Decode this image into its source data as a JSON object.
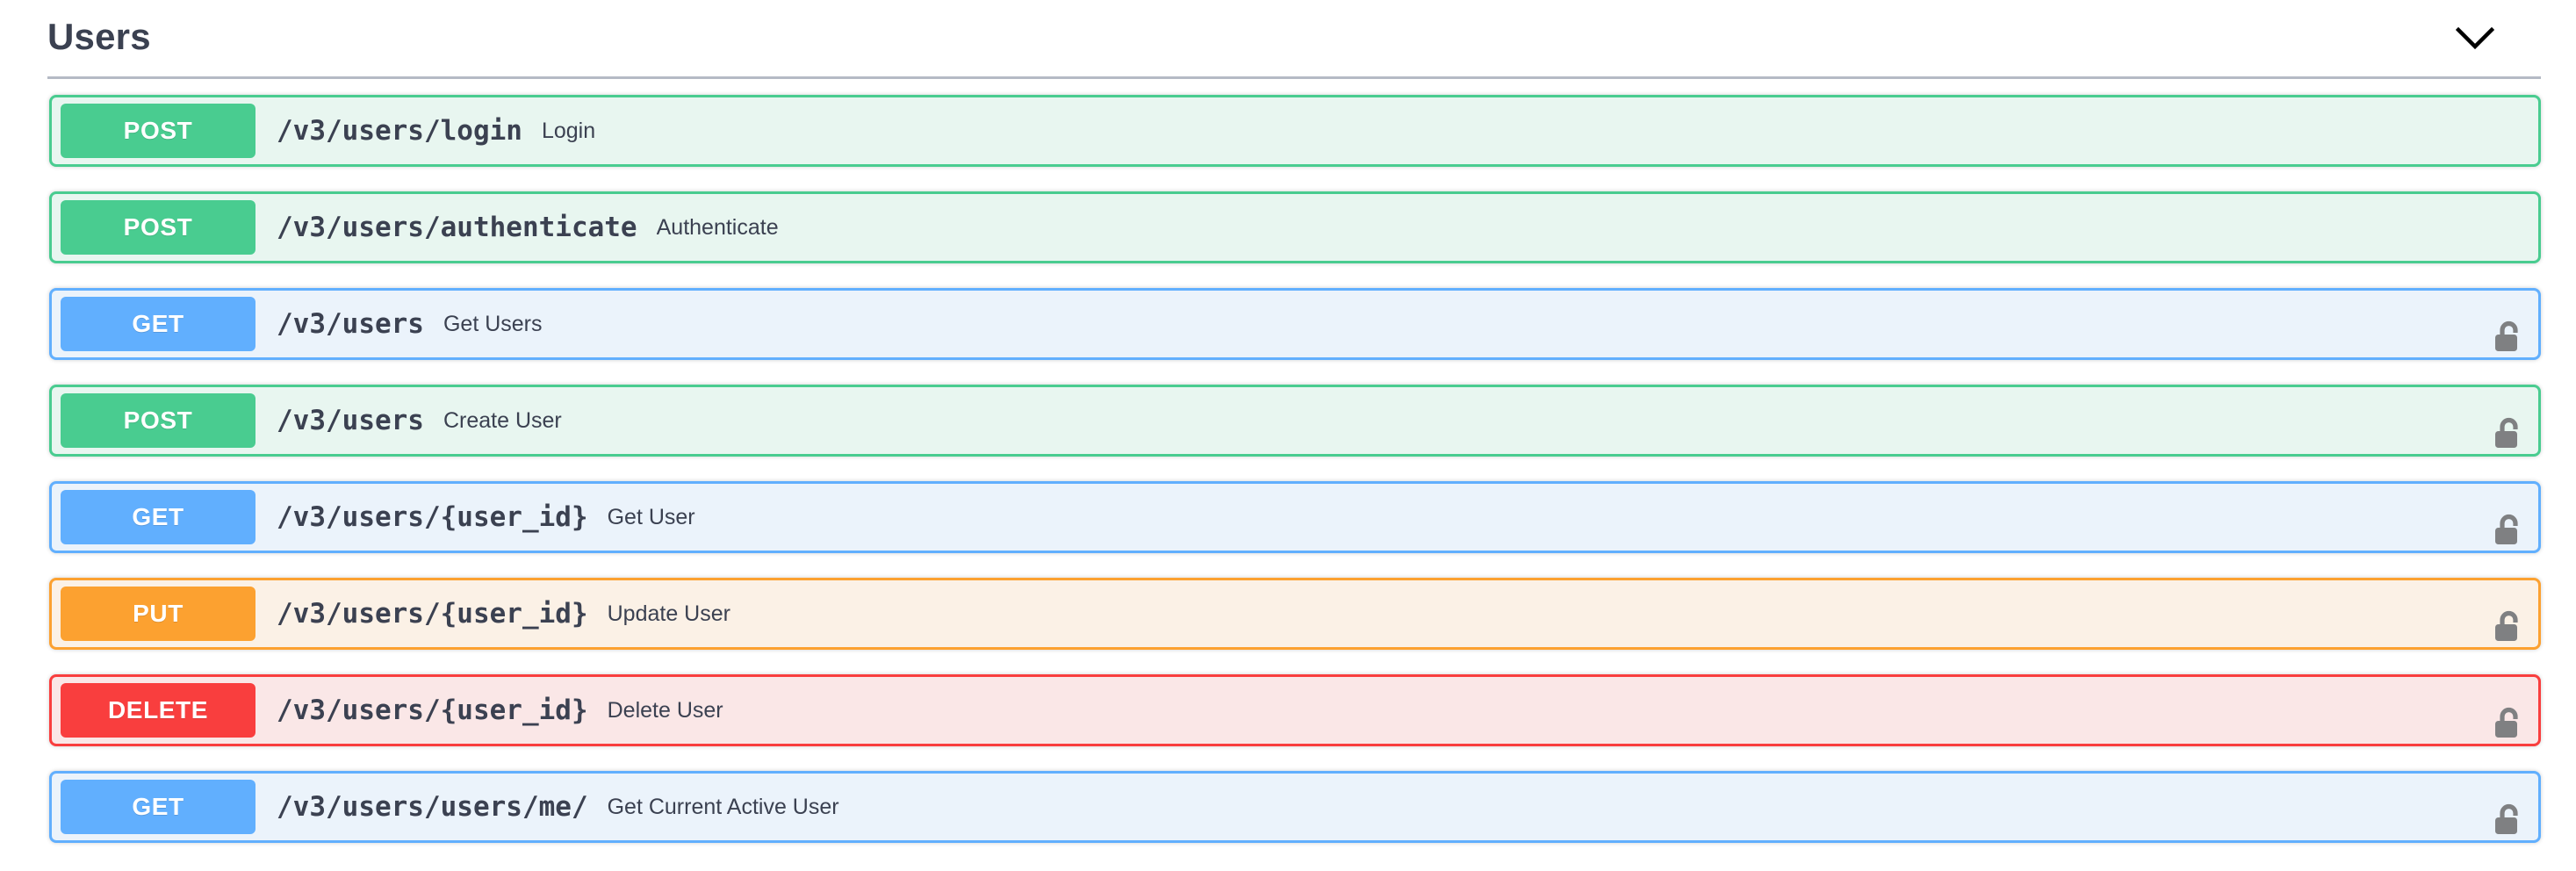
{
  "tag": {
    "title": "Users",
    "toggle_icon": "chevron-down-icon"
  },
  "colors": {
    "get": "#61affe",
    "get_bg": "#ebf3fb",
    "post": "#49cc90",
    "post_bg": "#e8f6f0",
    "put": "#fca130",
    "put_bg": "#fbf1e6",
    "delete": "#f93e3e",
    "delete_bg": "#fae7e7",
    "title_text": "#3b4151",
    "divider": "#b5bac5",
    "lock": "#7f8082"
  },
  "operations": [
    {
      "method": "POST",
      "method_key": "post",
      "path": "/v3/users/login",
      "summary": "Login",
      "locked": false,
      "lock_icon": "unlocked-padlock-icon"
    },
    {
      "method": "POST",
      "method_key": "post",
      "path": "/v3/users/authenticate",
      "summary": "Authenticate",
      "locked": false,
      "lock_icon": "unlocked-padlock-icon"
    },
    {
      "method": "GET",
      "method_key": "get",
      "path": "/v3/users",
      "summary": "Get Users",
      "locked": true,
      "lock_icon": "unlocked-padlock-icon"
    },
    {
      "method": "POST",
      "method_key": "post",
      "path": "/v3/users",
      "summary": "Create User",
      "locked": true,
      "lock_icon": "unlocked-padlock-icon"
    },
    {
      "method": "GET",
      "method_key": "get",
      "path": "/v3/users/{user_id}",
      "summary": "Get User",
      "locked": true,
      "lock_icon": "unlocked-padlock-icon"
    },
    {
      "method": "PUT",
      "method_key": "put",
      "path": "/v3/users/{user_id}",
      "summary": "Update User",
      "locked": true,
      "lock_icon": "unlocked-padlock-icon"
    },
    {
      "method": "DELETE",
      "method_key": "delete",
      "path": "/v3/users/{user_id}",
      "summary": "Delete User",
      "locked": true,
      "lock_icon": "unlocked-padlock-icon"
    },
    {
      "method": "GET",
      "method_key": "get",
      "path": "/v3/users/users/me/",
      "summary": "Get Current Active User",
      "locked": true,
      "lock_icon": "unlocked-padlock-icon"
    }
  ]
}
